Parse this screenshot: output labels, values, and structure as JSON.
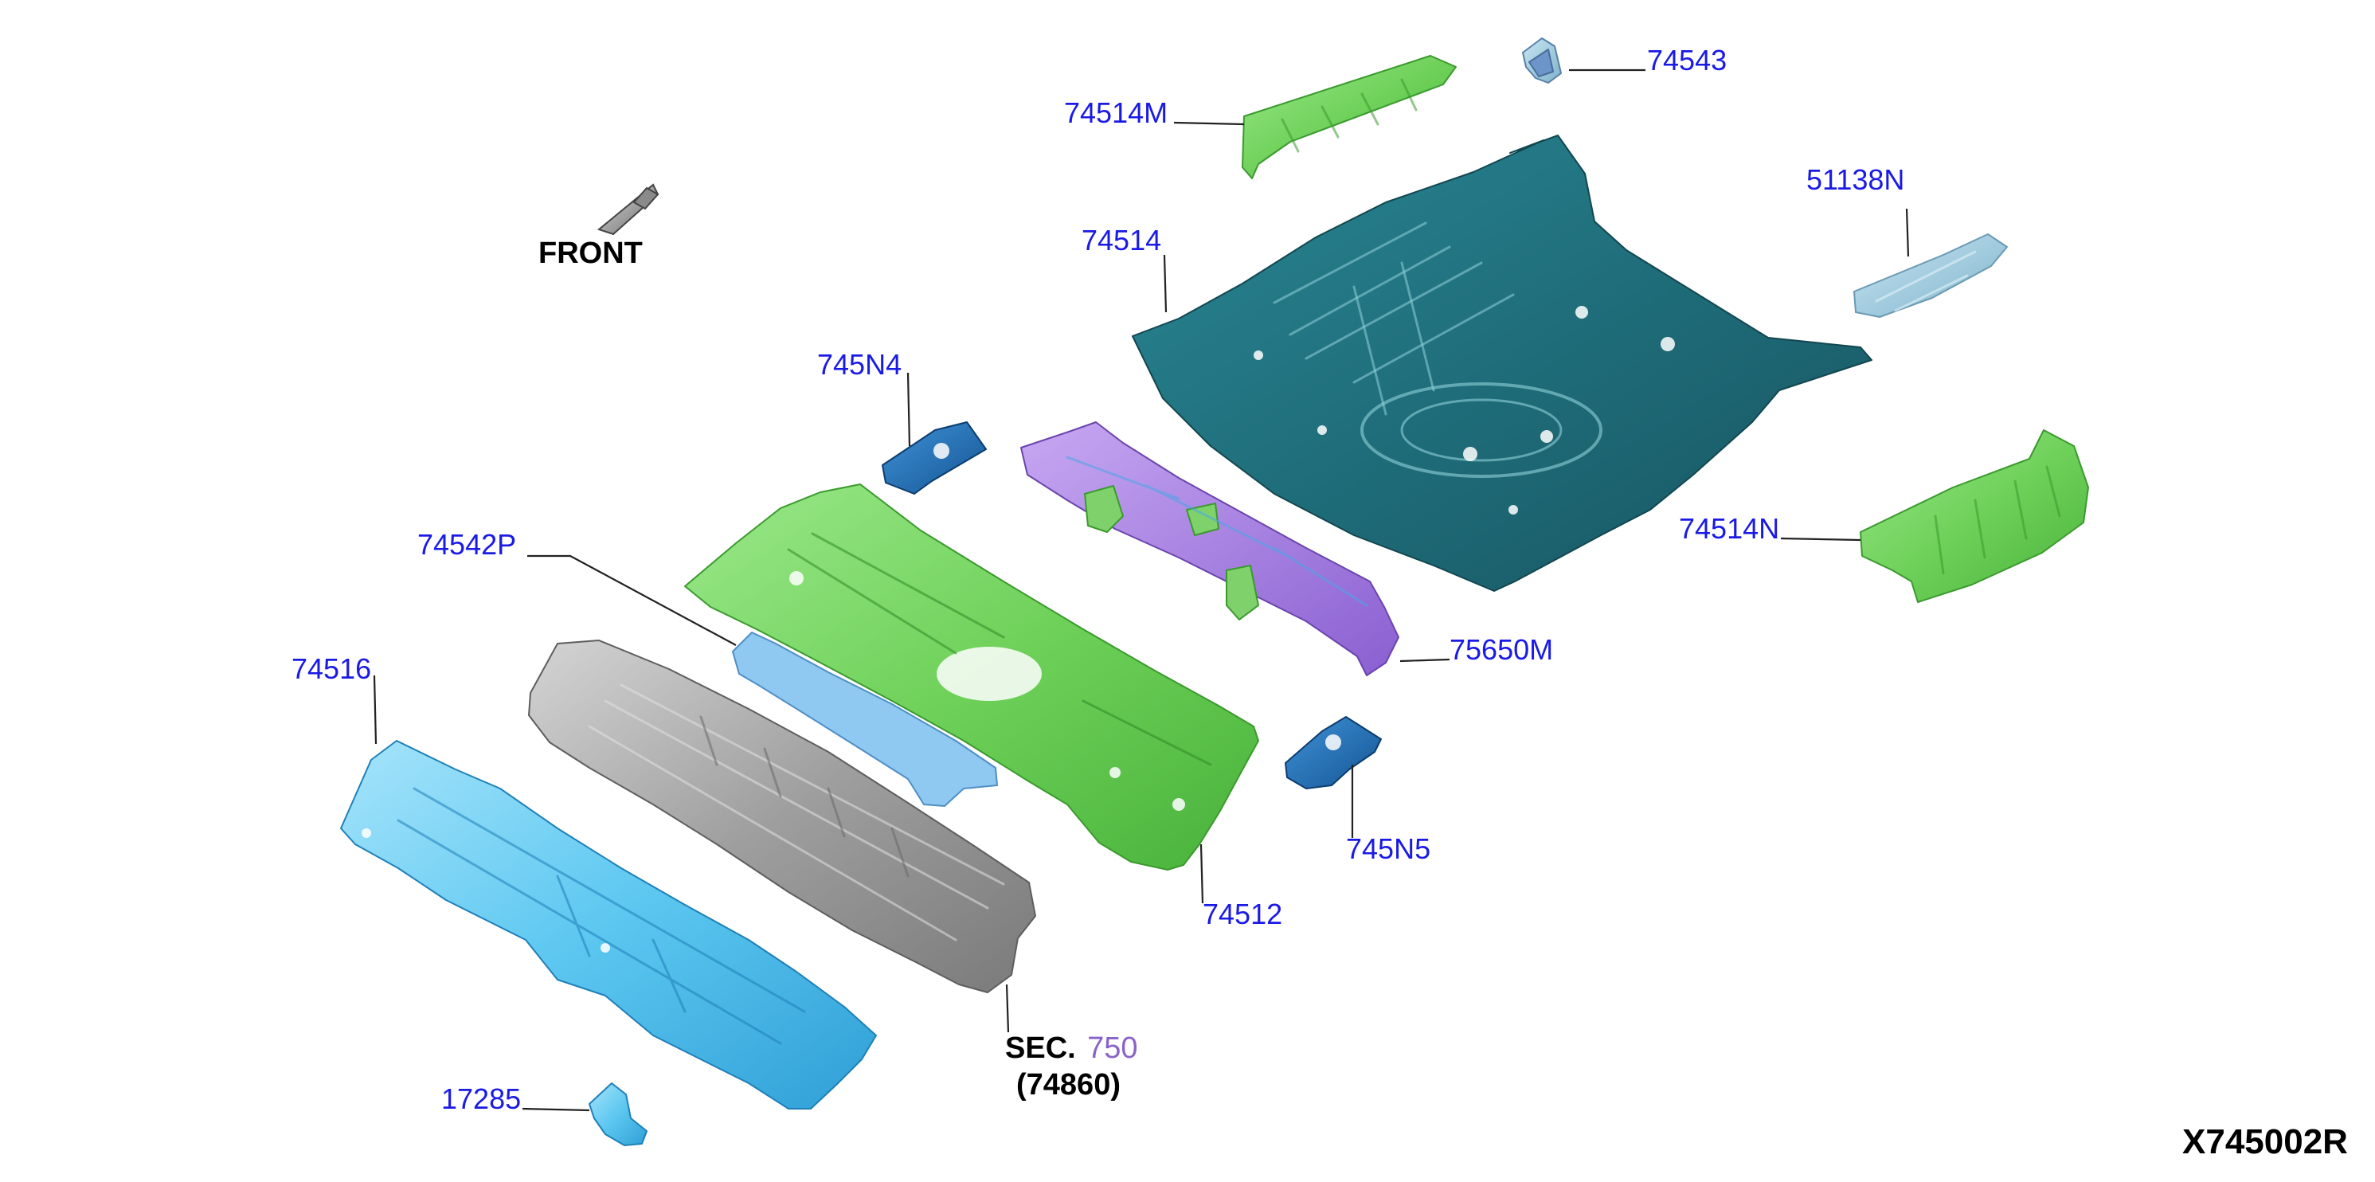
{
  "diagram_code": "X745002R",
  "front_indicator": {
    "label": "FRONT"
  },
  "section_ref": {
    "prefix": "SEC.",
    "number": "750",
    "part": "(74860)"
  },
  "colors": {
    "callout_text": "#1a1ae6",
    "section_number": "#8a63c9",
    "floor_main": "#1f6d7a",
    "green_panels": "#6fd15a",
    "crossmember": "#a07be0",
    "light_blue_panels": "#5cc7f0",
    "gray_panel": "#9e9e9e",
    "dark_blue_brackets": "#1e6fb5"
  },
  "parts": [
    {
      "id": "74543",
      "label": "74543"
    },
    {
      "id": "74514M",
      "label": "74514M"
    },
    {
      "id": "74514",
      "label": "74514"
    },
    {
      "id": "51138N",
      "label": "51138N"
    },
    {
      "id": "745N4",
      "label": "745N4"
    },
    {
      "id": "74542P",
      "label": "74542P"
    },
    {
      "id": "74514N",
      "label": "74514N"
    },
    {
      "id": "74516",
      "label": "74516"
    },
    {
      "id": "75650M",
      "label": "75650M"
    },
    {
      "id": "745N5",
      "label": "745N5"
    },
    {
      "id": "74512",
      "label": "74512"
    },
    {
      "id": "17285",
      "label": "17285"
    }
  ]
}
